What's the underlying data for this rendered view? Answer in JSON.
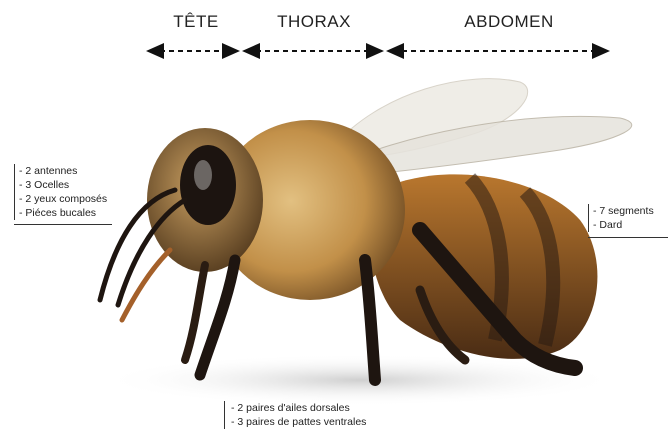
{
  "regions": {
    "head": "TÊTE",
    "thorax": "THORAX",
    "abdomen": "ABDOMEN"
  },
  "notes": {
    "head": [
      "- 2 antennes",
      "- 3 Ocelles",
      "- 2 yeux composés",
      "- Piéces bucales"
    ],
    "abdomen": [
      "- 7 segments",
      "- Dard"
    ],
    "thorax": [
      "- 2  paires d'ailes dorsales",
      "- 3 paires de pattes ventrales"
    ]
  },
  "image": {
    "subject": "honeybee",
    "colors": {
      "fur": "#c99a4e",
      "dark": "#2a1c12",
      "stripe": "#a8621f",
      "wing": "#e9e6df"
    }
  }
}
